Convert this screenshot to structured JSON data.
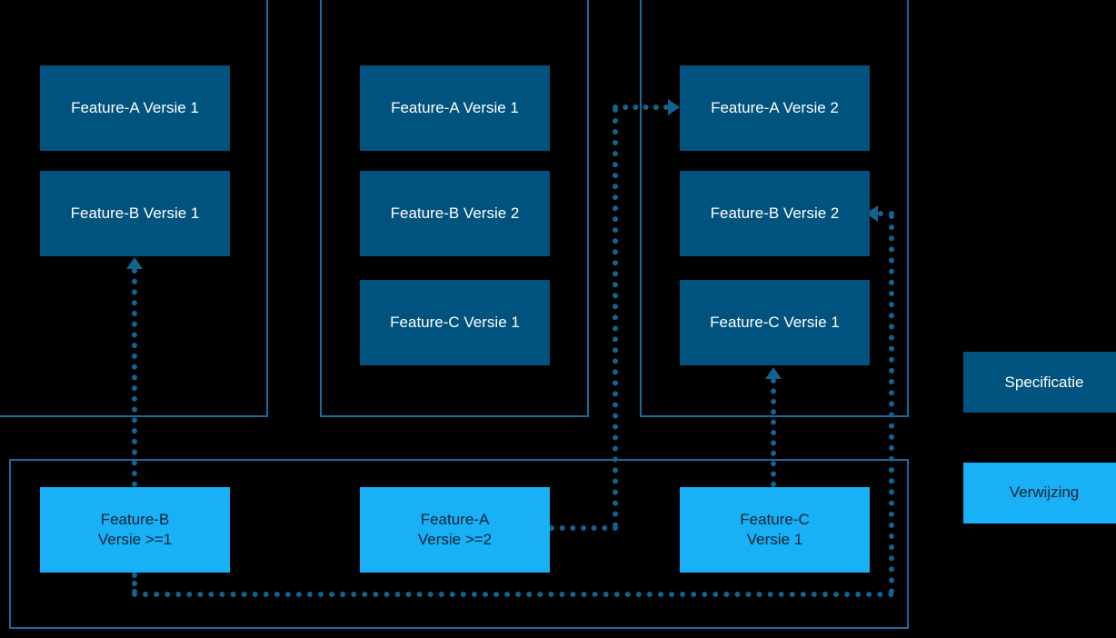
{
  "diagram": {
    "background_color": "#000000",
    "spec_color": "#00537e",
    "reference_color": "#18b0f7",
    "connector_color": "#14628d",
    "group_border_color": "#1a6a9c"
  },
  "groups": {
    "left": {
      "name": "left-specification-group"
    },
    "middle": {
      "name": "middle-specification-group"
    },
    "right": {
      "name": "right-specification-group"
    },
    "bottom": {
      "name": "reference-group"
    }
  },
  "spec_boxes": {
    "left": [
      {
        "label": "Feature-A Versie 1"
      },
      {
        "label": "Feature-B Versie 1"
      }
    ],
    "middle": [
      {
        "label": "Feature-A Versie 1"
      },
      {
        "label": "Feature-B Versie 2"
      },
      {
        "label": "Feature-C Versie 1"
      }
    ],
    "right": [
      {
        "label": "Feature-A Versie 2"
      },
      {
        "label": "Feature-B Versie 2"
      },
      {
        "label": "Feature-C Versie 1"
      }
    ]
  },
  "reference_boxes": [
    {
      "label": "Feature-B\nVersie >=1"
    },
    {
      "label": "Feature-A\nVersie >=2"
    },
    {
      "label": "Feature-C\nVersie 1"
    }
  ],
  "legend": {
    "specification": {
      "label": "Specificatie"
    },
    "reference": {
      "label": "Verwijzing"
    }
  }
}
